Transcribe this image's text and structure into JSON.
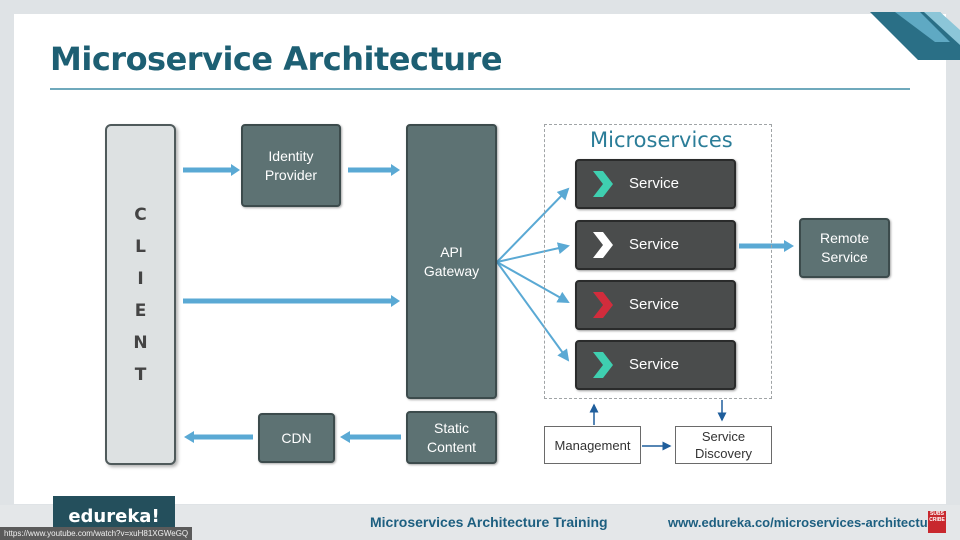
{
  "slide": {
    "title": "Microservice Architecture"
  },
  "diagram": {
    "client_letters": [
      "C",
      "L",
      "I",
      "E",
      "N",
      "T"
    ],
    "identity_provider": "Identity Provider",
    "api_gateway": "API Gateway",
    "cdn": "CDN",
    "static_content": "Static Content",
    "microservices_title": "Microservices",
    "services": [
      {
        "label": "Service",
        "chevron_color": "#3fcfb0"
      },
      {
        "label": "Service",
        "chevron_color": "#ffffff"
      },
      {
        "label": "Service",
        "chevron_color": "#d22c3c"
      },
      {
        "label": "Service",
        "chevron_color": "#3fcfb0"
      }
    ],
    "remote_service": "Remote Service",
    "management": "Management",
    "service_discovery": "Service Discovery"
  },
  "footer": {
    "logo": "edureka!",
    "course": "Microservices Architecture Training",
    "url": "www.edureka.co/microservices-architecture-training",
    "subscribe_badge": "SUBS CRIBE",
    "browser_url": "https://www.youtube.com/watch?v=xuH81XGWeGQ"
  },
  "colors": {
    "title": "#1d5f73",
    "node_fill": "#5d7273",
    "service_fill": "#4a4c4c",
    "arrow": "#5aa9d4",
    "microservices_title": "#2b7d98"
  }
}
